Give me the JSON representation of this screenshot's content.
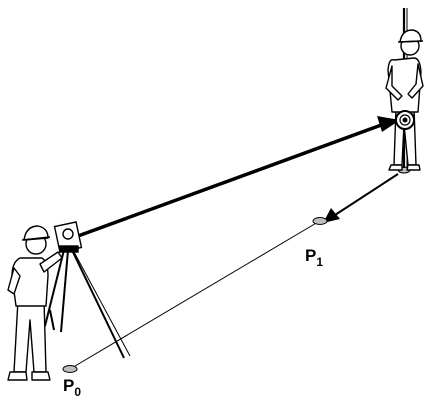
{
  "points": {
    "p0": {
      "letter": "P",
      "sub": "0"
    },
    "p1": {
      "letter": "P",
      "sub": "1"
    }
  },
  "colors": {
    "ink": "#000000",
    "face": "#ffffff",
    "marker_fill": "#bdbdbd"
  },
  "figures": {
    "operator": "surveyor-with-total-station",
    "rod_holder": "person-holding-prism-pole"
  }
}
